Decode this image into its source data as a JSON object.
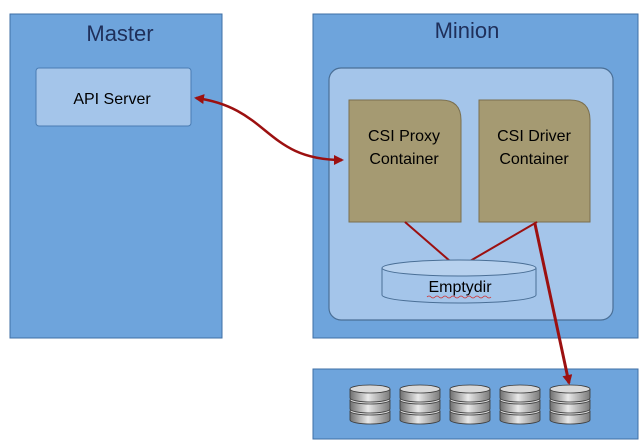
{
  "master": {
    "title": "Master",
    "api_server_label": "API Server"
  },
  "minion": {
    "title": "Minion",
    "csi_proxy": {
      "line1": "CSI Proxy",
      "line2": "Container"
    },
    "csi_driver": {
      "line1": "CSI Driver",
      "line2": "Container"
    },
    "emptydir_label": "Emptydir"
  },
  "storage": {
    "disk_icons": [
      "disk-icon",
      "disk-icon",
      "disk-icon",
      "disk-icon",
      "disk-icon"
    ]
  },
  "colors": {
    "box_blue": "#6ea4dc",
    "box_border": "#3f6fa6",
    "inner_blue": "#a4c5ea",
    "container_tan": "#a59a72",
    "arrow_red": "#9c1010"
  }
}
